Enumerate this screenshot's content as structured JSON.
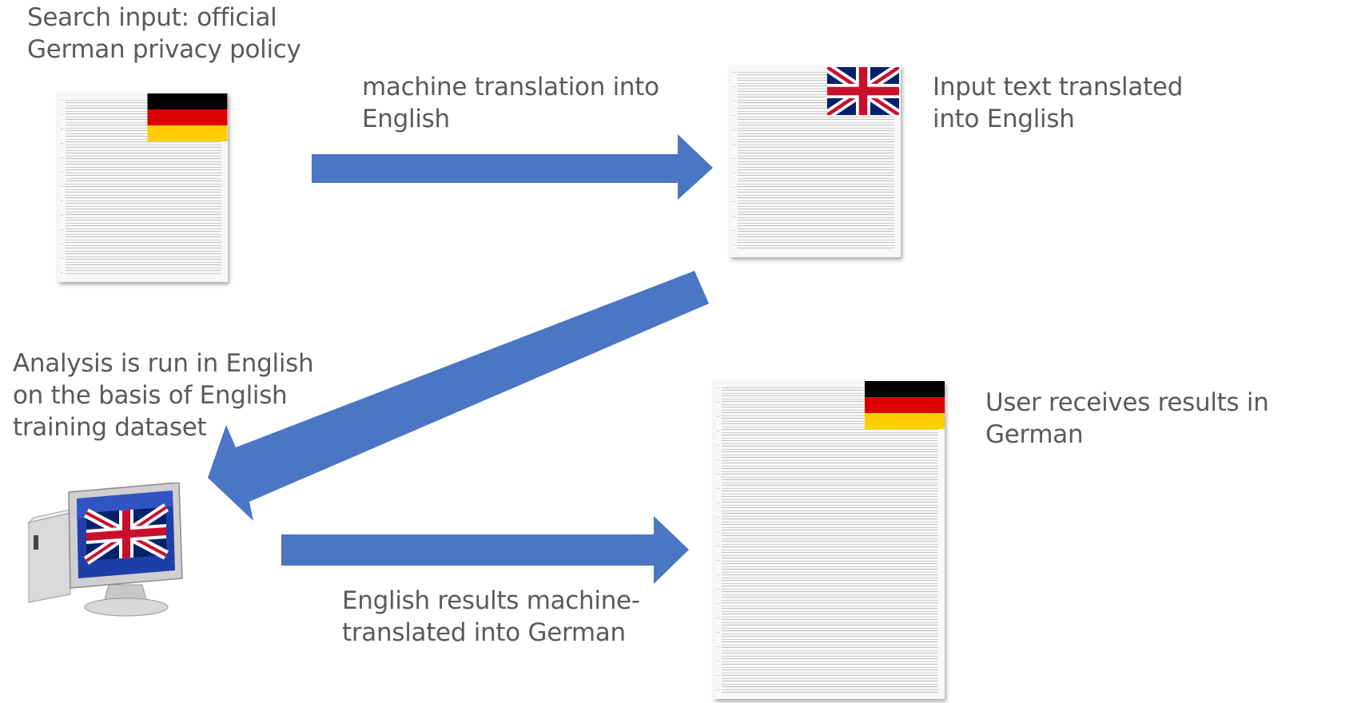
{
  "labels": {
    "search_input": [
      "Search input: official",
      "German privacy policy"
    ],
    "machine_translation": [
      "machine translation into",
      "English"
    ],
    "input_translated": [
      "Input text translated",
      "into English"
    ],
    "analysis": [
      "Analysis is run in English",
      "on the basis of English",
      "training dataset"
    ],
    "user_receives": [
      "User receives results in",
      "German"
    ],
    "english_results": [
      "English results machine-",
      "translated into German"
    ]
  },
  "colors": {
    "arrow": "#4a76c4",
    "flag_de": [
      "#000000",
      "#dd0000",
      "#ffce00"
    ],
    "flag_uk": [
      "#012169",
      "#ffffff",
      "#c8102e"
    ]
  },
  "icons": {
    "german_document": "document-with-german-flag-icon",
    "english_document": "document-with-uk-flag-icon",
    "computer": "computer-monitor-with-uk-flag-icon"
  }
}
